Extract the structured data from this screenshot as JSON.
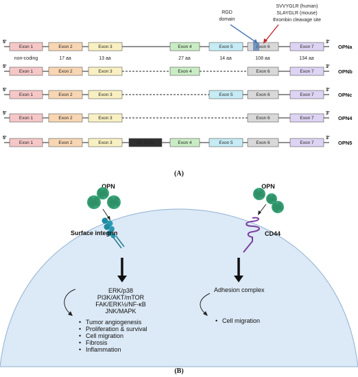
{
  "panel_a": {
    "caption": "(A)",
    "prime5": "5'",
    "prime3": "3'",
    "rgd_label": [
      "RGD",
      "domain"
    ],
    "thrombin_label": [
      "SVVYGLR (human)",
      "SLAYGLR (mouse)",
      "thrombin cleavage site"
    ],
    "sizes": [
      "non-coding",
      "17 aa",
      "13 aa",
      "27 aa",
      "14 aa",
      "108 aa",
      "134 aa"
    ],
    "rows": [
      {
        "name": "OPNa",
        "exons": [
          "Exon 1",
          "Exon 2",
          "Exon 3",
          "Exon 4",
          "Exon 5",
          "Exon 6",
          "Exon 7"
        ]
      },
      {
        "name": "OPNb",
        "exons": [
          "Exon 1",
          "Exon 2",
          "Exon 3",
          "Exon 4",
          "Exon 6",
          "Exon 7"
        ]
      },
      {
        "name": "OPNc",
        "exons": [
          "Exon 1",
          "Exon 2",
          "Exon 3",
          "Exon 5",
          "Exon 6",
          "Exon 7"
        ]
      },
      {
        "name": "OPN4",
        "exons": [
          "Exon 1",
          "Exon 2",
          "Exon 3",
          "Exon 6",
          "Exon 7"
        ]
      },
      {
        "name": "OPN5",
        "exons": [
          "Exon 1",
          "Exon 2",
          "Exon 3",
          "Alt. Exon",
          "Exon 4",
          "Exon 5",
          "Exon 6",
          "Exon 7"
        ]
      }
    ],
    "colors": {
      "exon1": "#f5c7c7",
      "exon2": "#f8d6b3",
      "exon3": "#f8f0c2",
      "exon4": "#c9ecc4",
      "exon5": "#c6ebf5",
      "exon6": "#d9d9d9",
      "exon7": "#ddd3f3",
      "alt": "#2f2f2f",
      "rgd": "#4a77b4",
      "thrombin": "#c0262b"
    }
  },
  "panel_b": {
    "caption": "(B)",
    "opn_left": "OPN",
    "opn_right": "OPN",
    "integrin_label": "Surface integrin",
    "cd44_label": "CD44",
    "pathways": [
      "ERK/p38",
      "PI3K/AKT/mTOR",
      "FAK/ERK½/NF-κB",
      "JNK/MAPK"
    ],
    "left_outcomes": [
      "Tumor angiogenesis",
      "Proliferation & survival",
      "Cell migration",
      "Fibrosis",
      "Inflammation"
    ],
    "adhesion": "Adhesion complex",
    "right_outcomes": [
      "Cell migration"
    ],
    "bullet": "•",
    "colors": {
      "cell": "#dce9f6",
      "cell_border": "#8fb0d0",
      "protein": "#3aa57a",
      "integrin": "#1f8aa0",
      "cd44": "#7a3ea0"
    }
  }
}
